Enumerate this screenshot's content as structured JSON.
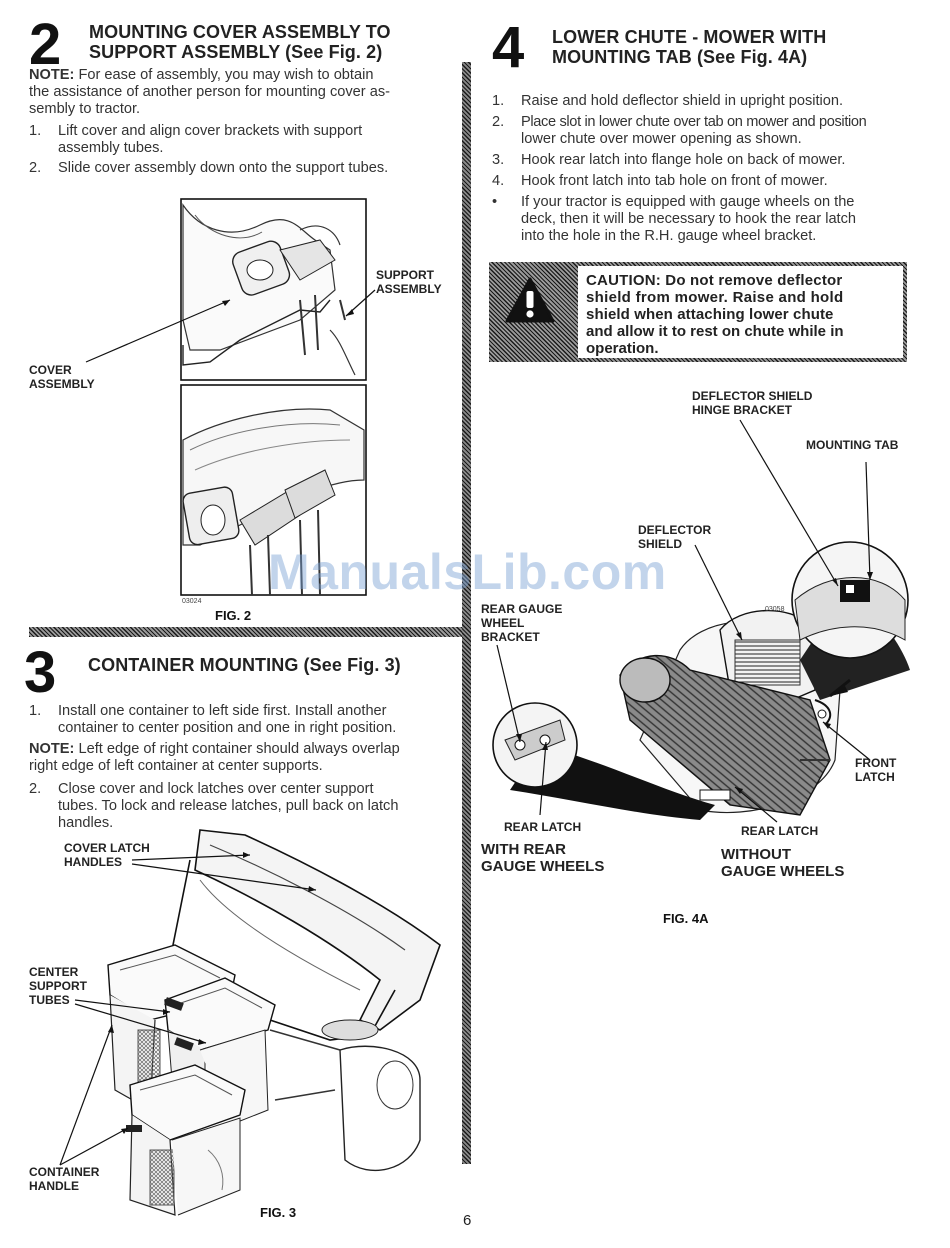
{
  "section2": {
    "number": "2",
    "title_line1": "MOUNTING COVER ASSEMBLY TO",
    "title_line2": "SUPPORT ASSEMBLY (See Fig. 2)",
    "note_label": "NOTE:",
    "note_line1": "For ease of assembly, you may wish to obtain",
    "note_line2": "the assistance of another person for mounting cover as-",
    "note_line3": "sembly to tractor.",
    "steps": [
      {
        "n": "1.",
        "line1": "Lift cover and align cover brackets with support",
        "line2": "assembly tubes."
      },
      {
        "n": "2.",
        "line1": "Slide cover assembly down onto the support tubes.",
        "line2": ""
      }
    ],
    "fig_labels": {
      "support": "SUPPORT",
      "assembly": "ASSEMBLY",
      "cover": "COVER",
      "cover_assembly": "ASSEMBLY",
      "code": "03024"
    },
    "fig_caption": "FIG. 2"
  },
  "section3": {
    "number": "3",
    "title": "CONTAINER MOUNTING (See Fig. 3)",
    "steps": [
      {
        "n": "1.",
        "line1": "Install one container to left side first. Install another",
        "line2": "container to center position and one in right position.",
        "line3": ""
      },
      {
        "n": "2.",
        "line1": "Close cover and lock latches over center support",
        "line2": "tubes. To lock and release latches, pull back on latch",
        "line3": "handles."
      }
    ],
    "note_label": "NOTE:",
    "note_line1": "Left edge of right container should always overlap",
    "note_line2": "right edge of left container at  center supports.",
    "fig_labels": {
      "cover_latch": "COVER LATCH",
      "handles": "HANDLES",
      "center": "CENTER",
      "support": "SUPPORT",
      "tubes": "TUBES",
      "container": "CONTAINER",
      "handle": "HANDLE"
    },
    "fig_caption": "FIG. 3"
  },
  "section4": {
    "number": "4",
    "title_line1": "LOWER CHUTE - MOWER WITH",
    "title_line2": "MOUNTING TAB (See Fig. 4A)",
    "steps": [
      {
        "n": "1.",
        "line1": "Raise and hold deflector shield in upright position.",
        "line2": "",
        "line3": ""
      },
      {
        "n": "2.",
        "line1": "Place slot in lower chute over tab on mower and position",
        "line2": "lower chute over mower opening as shown.",
        "line3": ""
      },
      {
        "n": "3.",
        "line1": "Hook rear latch into flange hole on back of mower.",
        "line2": "",
        "line3": ""
      },
      {
        "n": "4.",
        "line1": "Hook front latch into tab hole on front of mower.",
        "line2": "",
        "line3": ""
      },
      {
        "n": "•",
        "line1": "If your tractor is equipped with gauge wheels on the",
        "line2": "deck, then it will be necessary to hook the rear latch",
        "line3": "into the hole in the R.H. gauge wheel bracket."
      }
    ],
    "caution": {
      "line1": "CAUTION: Do not remove deflector",
      "line2": "shield from mower. Raise and hold",
      "line3": "shield when attaching lower chute",
      "line4": "and allow it to rest on chute while in",
      "line5": "operation."
    },
    "fig_labels": {
      "deflector_shield_hinge": "DEFLECTOR SHIELD",
      "hinge_bracket": "HINGE BRACKET",
      "mounting_tab": "MOUNTING TAB",
      "deflector": "DEFLECTOR",
      "shield": "SHIELD",
      "rear_gauge": "REAR GAUGE",
      "wheel": "WHEEL",
      "bracket": "BRACKET",
      "front": "FRONT",
      "latch": "LATCH",
      "rear_latch_left": "REAR LATCH",
      "rear_latch_right": "REAR LATCH",
      "with_rear": "WITH REAR",
      "gauge_wheels_left": "GAUGE WHEELS",
      "without": "WITHOUT",
      "gauge_wheels_right": "GAUGE WHEELS",
      "code": "03058"
    },
    "fig_caption": "FIG. 4A"
  },
  "watermark": "ManualsLib.com",
  "page_number": "6"
}
